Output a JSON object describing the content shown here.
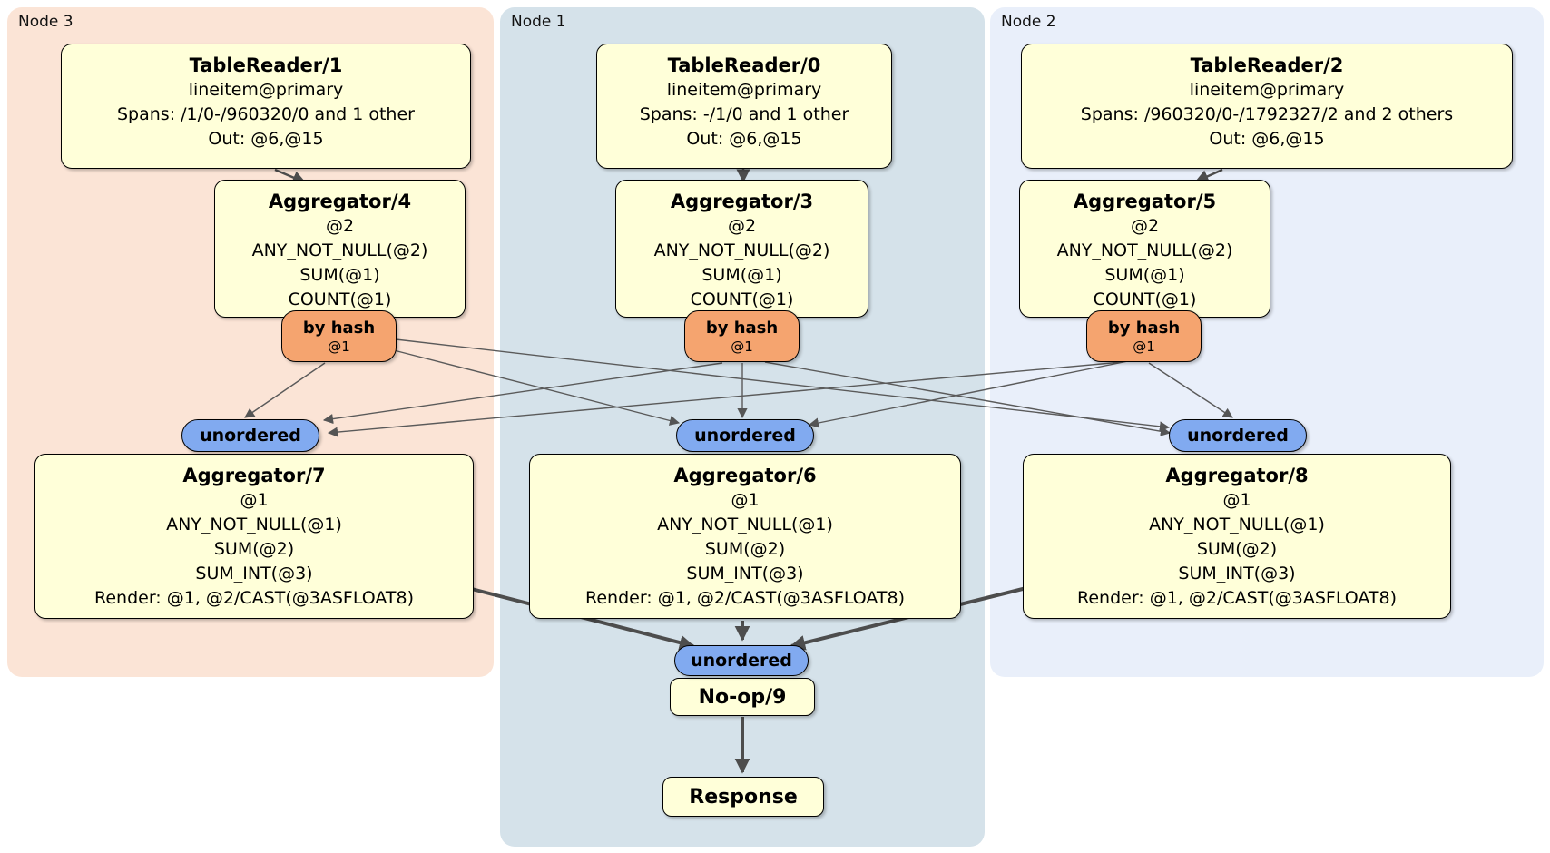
{
  "colors": {
    "node3-bg": "#fbe4d6",
    "node1-bg": "#d5e2ea",
    "node2-bg": "#e9effa",
    "box-bg": "#ffffd9",
    "router-bg": "#f5a46f",
    "sync-bg": "#81aaf0",
    "edge": "#555555"
  },
  "groups": [
    {
      "label": "Node 3"
    },
    {
      "label": "Node 1"
    },
    {
      "label": "Node 2"
    }
  ],
  "boxes": {
    "tr1": {
      "title": "TableReader/1",
      "lines": [
        "lineitem@primary",
        "Spans: /1/0-/960320/0 and 1 other",
        "Out: @6,@15"
      ]
    },
    "tr0": {
      "title": "TableReader/0",
      "lines": [
        "lineitem@primary",
        "Spans: -/1/0 and 1 other",
        "Out: @6,@15"
      ]
    },
    "tr2": {
      "title": "TableReader/2",
      "lines": [
        "lineitem@primary",
        "Spans: /960320/0-/1792327/2 and 2 others",
        "Out: @6,@15"
      ]
    },
    "agg4": {
      "title": "Aggregator/4",
      "lines": [
        "@2",
        "ANY_NOT_NULL(@2)",
        "SUM(@1)",
        "COUNT(@1)"
      ]
    },
    "agg3": {
      "title": "Aggregator/3",
      "lines": [
        "@2",
        "ANY_NOT_NULL(@2)",
        "SUM(@1)",
        "COUNT(@1)"
      ]
    },
    "agg5": {
      "title": "Aggregator/5",
      "lines": [
        "@2",
        "ANY_NOT_NULL(@2)",
        "SUM(@1)",
        "COUNT(@1)"
      ]
    },
    "agg7": {
      "title": "Aggregator/7",
      "lines": [
        "@1",
        "ANY_NOT_NULL(@1)",
        "SUM(@2)",
        "SUM_INT(@3)",
        "Render: @1, @2/CAST(@3ASFLOAT8)"
      ]
    },
    "agg6": {
      "title": "Aggregator/6",
      "lines": [
        "@1",
        "ANY_NOT_NULL(@1)",
        "SUM(@2)",
        "SUM_INT(@3)",
        "Render: @1, @2/CAST(@3ASFLOAT8)"
      ]
    },
    "agg8": {
      "title": "Aggregator/8",
      "lines": [
        "@1",
        "ANY_NOT_NULL(@1)",
        "SUM(@2)",
        "SUM_INT(@3)",
        "Render: @1, @2/CAST(@3ASFLOAT8)"
      ]
    },
    "noop": {
      "title": "No-op/9"
    },
    "response": {
      "title": "Response"
    }
  },
  "router": {
    "label": "by hash",
    "key": "@1"
  },
  "sync": {
    "label": "unordered"
  }
}
